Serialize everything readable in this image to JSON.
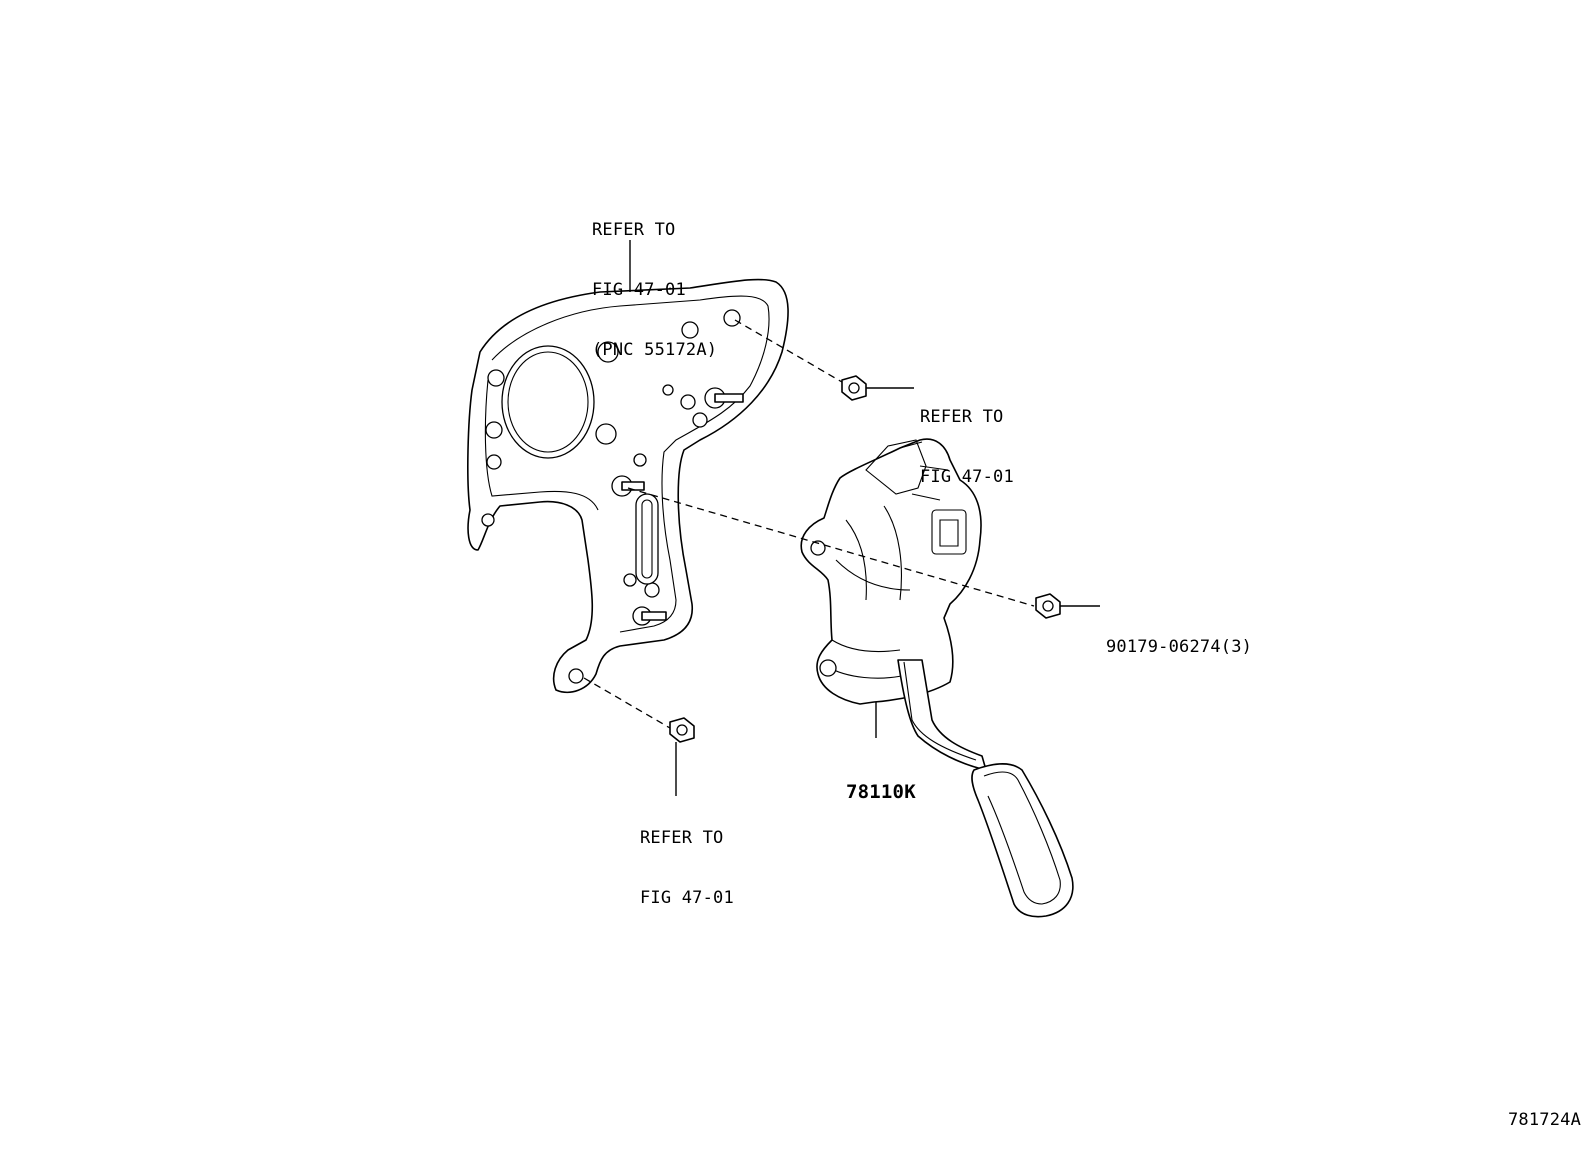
{
  "labels": {
    "bracket_ref": [
      "REFER TO",
      "FIG 47-01",
      "(PNC 55172A)"
    ],
    "nut_top_ref": [
      "REFER TO",
      "FIG 47-01"
    ],
    "nut_bottom_ref": [
      "REFER TO",
      "FIG 47-01"
    ],
    "nut_part_number": "90179-06274(3)",
    "pedal_part_number": "78110K",
    "figure_code": "781724A"
  },
  "icons": {
    "bracket": "pedal-bracket-icon",
    "pedal": "accelerator-pedal-icon",
    "nut": "hex-nut-icon",
    "stud": "stud-bolt-icon"
  }
}
